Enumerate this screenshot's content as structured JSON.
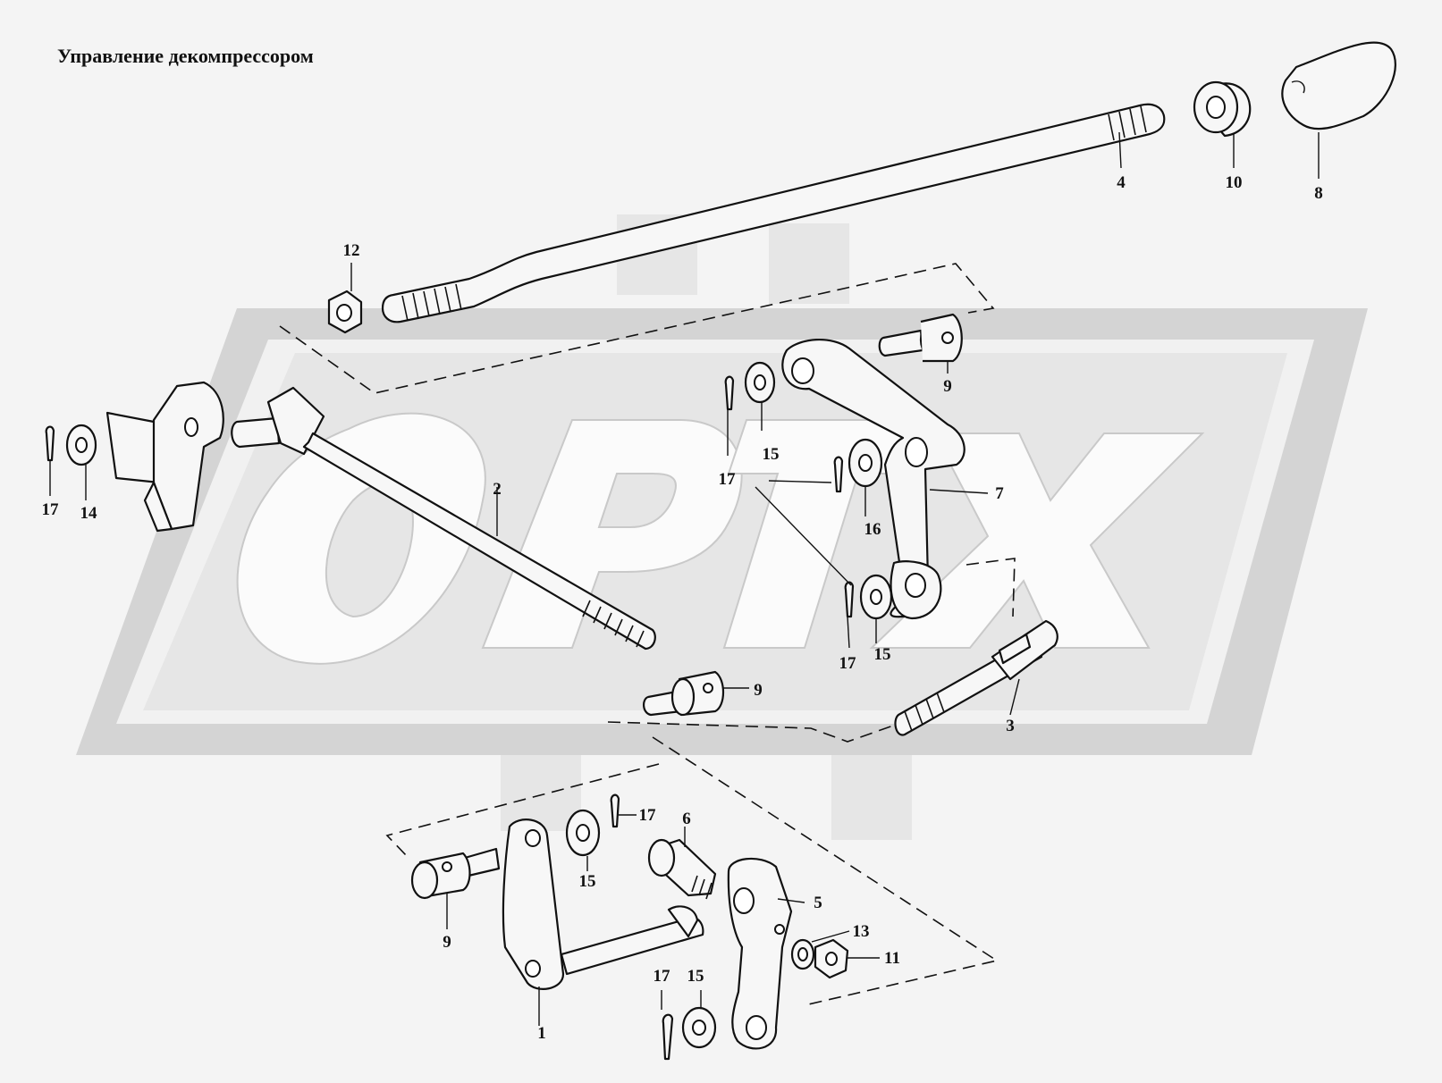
{
  "title": "Управление декомпрессором",
  "watermark": "ОРТЕХ",
  "callouts": [
    {
      "id": "c1",
      "text": "1"
    },
    {
      "id": "c2",
      "text": "2"
    },
    {
      "id": "c3",
      "text": "3"
    },
    {
      "id": "c4",
      "text": "4"
    },
    {
      "id": "c5",
      "text": "5"
    },
    {
      "id": "c6",
      "text": "6"
    },
    {
      "id": "c7",
      "text": "7"
    },
    {
      "id": "c8",
      "text": "8"
    },
    {
      "id": "c9a",
      "text": "9"
    },
    {
      "id": "c9b",
      "text": "9"
    },
    {
      "id": "c9c",
      "text": "9"
    },
    {
      "id": "c10",
      "text": "10"
    },
    {
      "id": "c11",
      "text": "11"
    },
    {
      "id": "c12",
      "text": "12"
    },
    {
      "id": "c13",
      "text": "13"
    },
    {
      "id": "c14",
      "text": "14"
    },
    {
      "id": "c15a",
      "text": "15"
    },
    {
      "id": "c15b",
      "text": "15"
    },
    {
      "id": "c15c",
      "text": "15"
    },
    {
      "id": "c15d",
      "text": "15"
    },
    {
      "id": "c16",
      "text": "16"
    },
    {
      "id": "c17a",
      "text": "17"
    },
    {
      "id": "c17b",
      "text": "17"
    },
    {
      "id": "c17c",
      "text": "17"
    },
    {
      "id": "c17d",
      "text": "17"
    },
    {
      "id": "c17e",
      "text": "17"
    }
  ]
}
